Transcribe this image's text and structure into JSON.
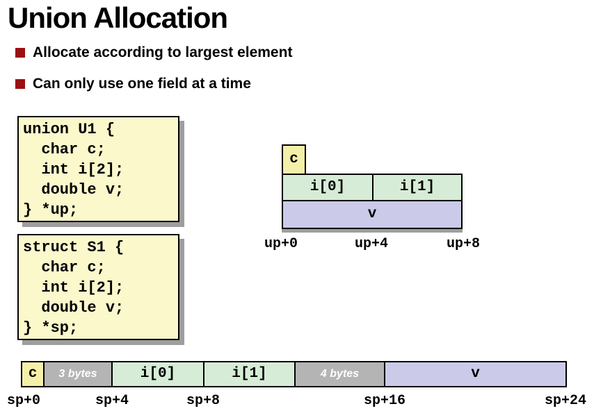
{
  "slide": {
    "title": "Union Allocation",
    "bullets": [
      "Allocate according to largest element",
      "Can only use one field at a time"
    ]
  },
  "code_boxes": {
    "union_code": "union U1 {\n  char c;\n  int i[2];\n  double v;\n} *up;",
    "struct_code": "struct S1 {\n  char c;\n  int i[2];\n  double v;\n} *sp;"
  },
  "union_diagram": {
    "cell_c": "c",
    "cell_i0": "i[0]",
    "cell_i1": "i[1]",
    "cell_v": "v",
    "offset_labels": [
      "up+0",
      "up+4",
      "up+8"
    ]
  },
  "struct_diagram": {
    "cells": [
      {
        "label": "c",
        "type": "char",
        "bytes": 1
      },
      {
        "label": "3 bytes",
        "type": "padding",
        "bytes": 3
      },
      {
        "label": "i[0]",
        "type": "int",
        "bytes": 4
      },
      {
        "label": "i[1]",
        "type": "int",
        "bytes": 4
      },
      {
        "label": "4 bytes",
        "type": "padding",
        "bytes": 4
      },
      {
        "label": "v",
        "type": "double",
        "bytes": 8
      }
    ],
    "offset_labels": [
      "sp+0",
      "sp+4",
      "sp+8",
      "sp+16",
      "sp+24"
    ]
  },
  "colors": {
    "bullet": "#9B1010",
    "code_bg": "#FBF8CC",
    "char_cell": "#F5F0A8",
    "int_cell": "#D6ECD6",
    "double_cell": "#CBCBE9",
    "padding_cell": "#B4B4B4",
    "shadow": "#9E9E9E"
  }
}
